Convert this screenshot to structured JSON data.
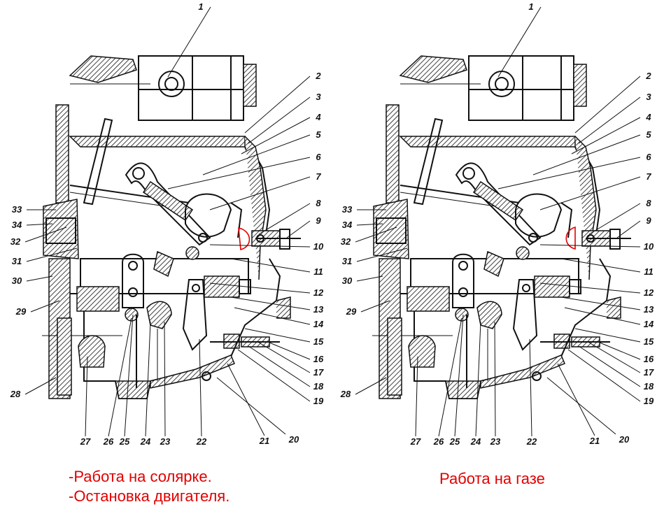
{
  "diagram": {
    "callout_numbers": [
      "1",
      "2",
      "3",
      "4",
      "5",
      "6",
      "7",
      "8",
      "9",
      "10",
      "11",
      "12",
      "13",
      "14",
      "15",
      "16",
      "17",
      "18",
      "19",
      "20",
      "21",
      "22",
      "23",
      "24",
      "25",
      "26",
      "27",
      "28",
      "29",
      "30",
      "31",
      "32",
      "33",
      "34"
    ],
    "highlight_color": "#e00000"
  },
  "captions": {
    "left": [
      "-Работа на солярке.",
      "-Остановка двигателя."
    ],
    "right": "Работа на газе"
  }
}
